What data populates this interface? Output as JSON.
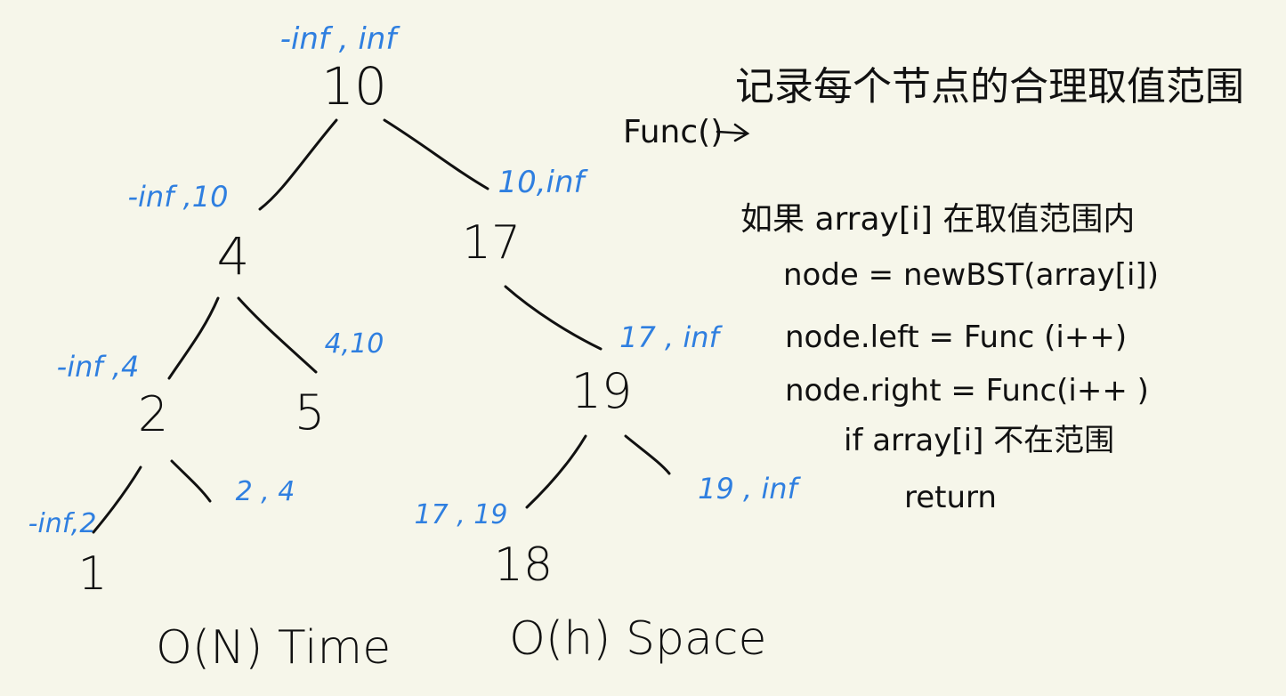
{
  "tree": {
    "nodes": [
      {
        "id": "n10",
        "label": "10",
        "range": "-inf , inf"
      },
      {
        "id": "n4",
        "label": "4",
        "range": "-inf ,10"
      },
      {
        "id": "n17",
        "label": "17",
        "range": "10,inf"
      },
      {
        "id": "n2",
        "label": "2",
        "range": "-inf ,4"
      },
      {
        "id": "n5",
        "label": "5",
        "range": "4,10"
      },
      {
        "id": "n19",
        "label": "19",
        "range": "17 , inf"
      },
      {
        "id": "n1",
        "label": "1",
        "range": "-inf,2"
      },
      {
        "id": "n2b",
        "label": "",
        "range": "2 , 4"
      },
      {
        "id": "n18",
        "label": "18",
        "range": "17 , 19"
      },
      {
        "id": "n19b",
        "label": "",
        "range": "19 , inf"
      }
    ]
  },
  "complexity": {
    "time": "O(N) Time",
    "space": "O(h) Space"
  },
  "notes": {
    "title": "记录每个节点的合理取值范围",
    "func": "Func()",
    "line1": "如果 array[i] 在取值范围内",
    "line2": "node = newBST(array[i])",
    "line3": "node.left = Func (i++)",
    "line4": "node.right = Func(i++ )",
    "line5": "if array[i] 不在范围",
    "line6": "return"
  },
  "colors": {
    "ink": "#111111",
    "annotation": "#2f7fe0",
    "paper": "#f6f6ea"
  }
}
